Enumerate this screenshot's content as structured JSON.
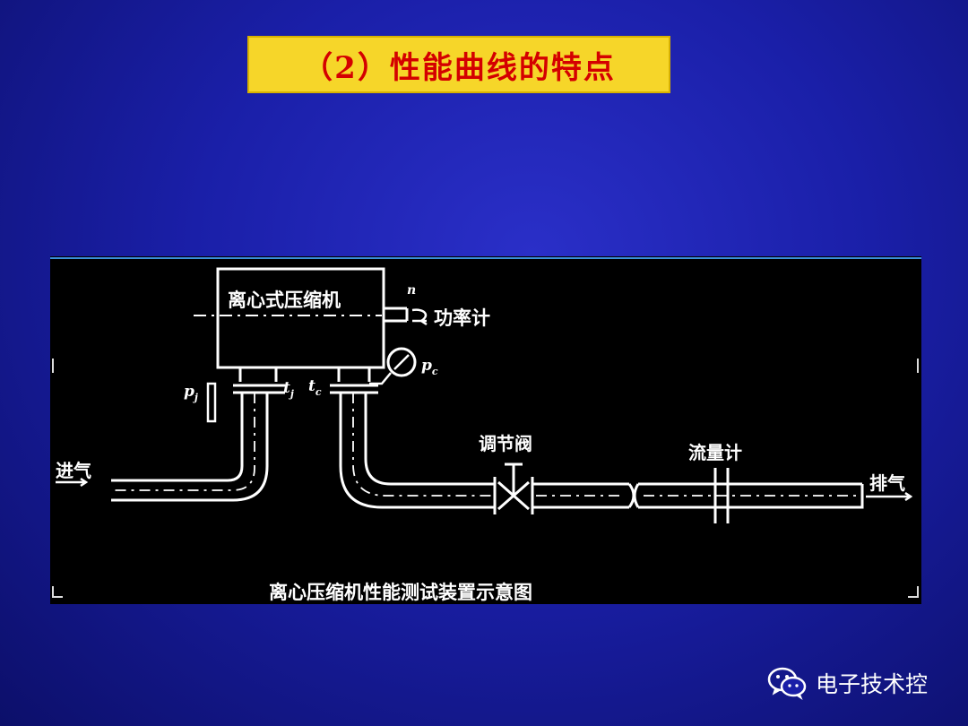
{
  "title": "（2）性能曲线的特点",
  "diagram": {
    "compressor_label": "离心式压缩机",
    "power_meter_label": "功率计",
    "speed_symbol": "n",
    "inlet_pressure_symbol": "p",
    "inlet_pressure_sub": "j",
    "inlet_temp_symbol": "t",
    "inlet_temp_sub": "j",
    "outlet_temp_symbol": "t",
    "outlet_temp_sub": "c",
    "outlet_pressure_symbol": "p",
    "outlet_pressure_sub": "c",
    "intake_label": "进气",
    "valve_label": "调节阀",
    "flowmeter_label": "流量计",
    "exhaust_label": "排气",
    "caption": "离心压缩机性能测试装置示意图"
  },
  "watermark": {
    "text": "电子技术控",
    "icon": "wechat-icon"
  },
  "colors": {
    "background": "#1a1fa8",
    "title_bg": "#f6d629",
    "title_text": "#d40000",
    "diagram_bg": "#000000",
    "line": "#ffffff"
  }
}
